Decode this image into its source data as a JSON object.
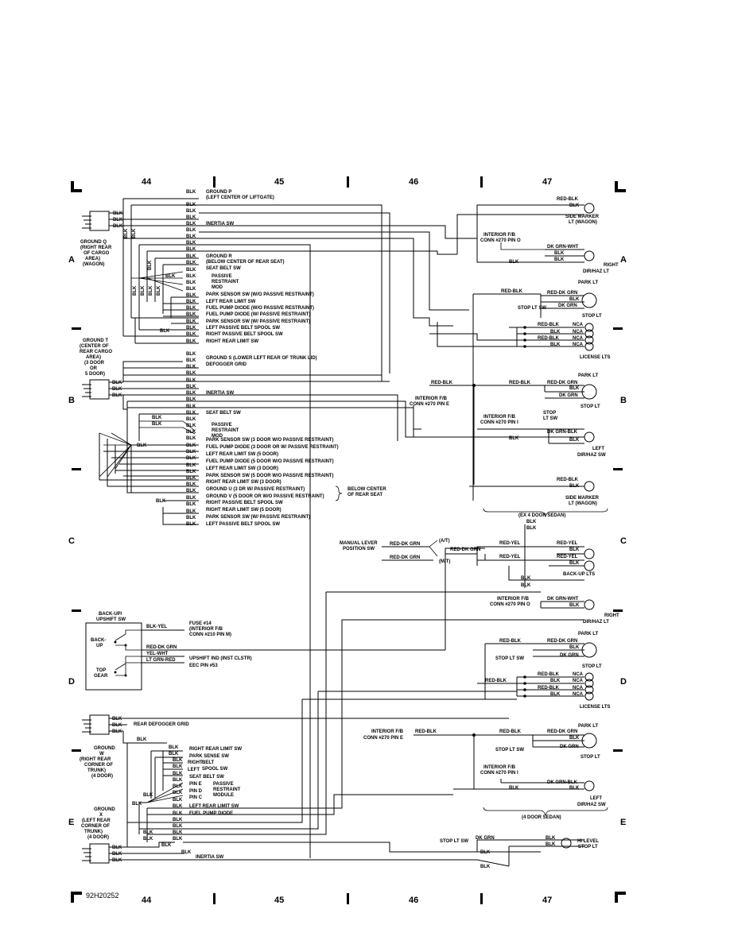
{
  "grid": {
    "columns": [
      "44",
      "45",
      "46",
      "47"
    ],
    "rows": [
      "A",
      "B",
      "C",
      "D",
      "E"
    ]
  },
  "figure_id": "92H20252",
  "wire": {
    "blk": "BLK"
  },
  "grounds": {
    "q": [
      "GROUND Q",
      "(RIGHT REAR",
      "OF CARGO",
      "AREA)",
      "(WAGON)"
    ],
    "t": [
      "GROUND T",
      "(CENTER OF",
      "REAR CARGO",
      "AREA)",
      "(3 DOOR",
      "OR",
      "5 DOOR)"
    ],
    "w": [
      "GROUND",
      "W",
      "(RIGHT REAR",
      "CORNER OF",
      "TRUNK)",
      "(4 DOOR)"
    ],
    "x": [
      "GROUND",
      "X",
      "(LEFT REAR",
      "CORNER OF",
      "TRUNK)",
      "(4 DOOR)"
    ]
  },
  "groupA": [
    "GROUND P",
    "(LEFT CENTER OF LIFTGATE)",
    "INERTIA SW",
    "GROUND R",
    "(BELOW CENTER OF REAR SEAT)",
    "SEAT BELT SW",
    "PASSIVE",
    "RESTRAINT",
    "MOD",
    "PARK SENSOR SW (W/O PASSIVE RESTRAINT)",
    "LEFT REAR LIMIT SW",
    "FUEL PUMP DIODE (W/O PASSIVE RESTRAINT)",
    "FUEL PUMP DIODE (W/ PASSIVE RESTRAINT)",
    "PARK SENSOR SW (W/ PASSIVE RESTRAINT)",
    "LEFT PASSIVE BELT SPOOL SW",
    "RIGHT PASSIVE BELT SPOOL SW",
    "RIGHT REAR LIMIT SW"
  ],
  "groupB": [
    "GROUND S (LOWER LEFT REAR OF TRUNK LID)",
    "DEFOGGER GRID",
    "INERTIA SW",
    "SEAT BELT SW",
    "PASSIVE",
    "RESTRAINT",
    "MOD",
    "PARK SENSOR SW (3 DOOR W/O PASSIVE RESTRAINT)",
    "FUEL PUMP DIODE (3 DOOR OR W/ PASSIVE RESTRAINT)",
    "LEFT REAR LIMIT SW (5 DOOR)",
    "FUEL PUMP DIODE (5 DOOR W/O PASSIVE RESTRAINT)",
    "LEFT REAR LIMIT SW (3 DOOR)",
    "PARK SENSOR SW (5 DOOR W/O PASSIVE RESTRAINT)",
    "RIGHT REAR LIMIT SW (3 DOOR)",
    "GROUND U (3 DR W/ PASSIVE RESTRAINT)",
    "GROUND V (5 DOOR OR W/O PASSIVE RESTRAINT)",
    "BELOW CENTER",
    "OF REAR SEAT",
    "RIGHT PASSIVE BELT SPOOL SW",
    "RIGHT REAR LIMIT SW (5 DOOR)",
    "PARK SENSOR SW (W/ PASSIVE RESTRAINT)",
    "LEFT PASSIVE BELT SPOOL SW"
  ],
  "backup": {
    "title": [
      "BACK-UP/",
      "UPSHIFT SW"
    ],
    "backup_label": [
      "BACK-",
      "UP"
    ],
    "topgear_label": [
      "TOP",
      "GEAR"
    ],
    "wires": [
      "BLK-YEL",
      "RED-DK GRN",
      "YEL-WHT",
      "LT GRN-RED"
    ],
    "fuse": [
      "FUSE #14",
      "(INTERIOR F/B",
      "CONN #210 PIN M)"
    ],
    "upshift": "UPSHIFT IND (INST CLSTR)",
    "eec": "EEC PIN #53"
  },
  "groupE": [
    "REAR DEFOGGER GRID",
    "RIGHT REAR LIMIT SW",
    "PARK SENSE SW",
    "RIGHT",
    "LEFT",
    "BELT",
    "SPOOL SW",
    "SEAT BELT SW",
    "PIN E",
    "PIN D",
    "PIN C",
    "PASSIVE",
    "RESTRAINT",
    "MODULE",
    "LEFT REAR LIMIT SW",
    "FUEL PUMP DIODE",
    "INERTIA SW"
  ],
  "right": {
    "red_blk": "RED-BLK",
    "dk_grn_wht": "DK GRN-WHT",
    "red_dk_grn": "RED-DK GRN",
    "dk_grn": "DK GRN",
    "nca": "NCA",
    "dk_grn_blk": "DK GRN-BLK",
    "red_yel": "RED-YEL",
    "side_marker_wagon": [
      "SIDE MARKER",
      "LT (WAGON)"
    ],
    "fb_pin_o": [
      "INTERIOR F/B",
      "CONN #270 PIN O"
    ],
    "fb_pin_e": [
      "INTERIOR F/B",
      "CONN #270 PIN E"
    ],
    "fb_pin_i": [
      "INTERIOR F/B",
      "CONN #270 PIN I"
    ],
    "fb_pin_o2": [
      "INTERIOR F/B",
      "CONN #270 PIN O"
    ],
    "fb_pin_e2": "INTERIOR F/B",
    "fb_pin_e2b": "CONN #270 PIN E",
    "right_dir": [
      "RIGHT",
      "DIR/HAZ LT"
    ],
    "park_lt": "PARK LT",
    "stop_lt_sw": "STOP LT SW",
    "stop_lt": "STOP LT",
    "license": "LICENSE LTS",
    "stop_lt_sw2": [
      "STOP",
      "LT SW"
    ],
    "left_dir": [
      "LEFT",
      "DIR/HAZ SW"
    ],
    "side_marker2": [
      "SIDE MARKER",
      "LT (WAGON)"
    ],
    "ex4": "(EX 4 DOOR SEDAN)",
    "manual": [
      "MANUAL LEVER",
      "POSITION SW"
    ],
    "at": "(A/T)",
    "mt": "(M/T)",
    "backup_lts": "BACK-UP LTS",
    "left_dir2": [
      "LEFT",
      "DIR/HAZ SW"
    ],
    "four_door": "(4 DOOR SEDAN)",
    "hi_level": [
      "HI LEVEL",
      "STOP LT"
    ]
  }
}
